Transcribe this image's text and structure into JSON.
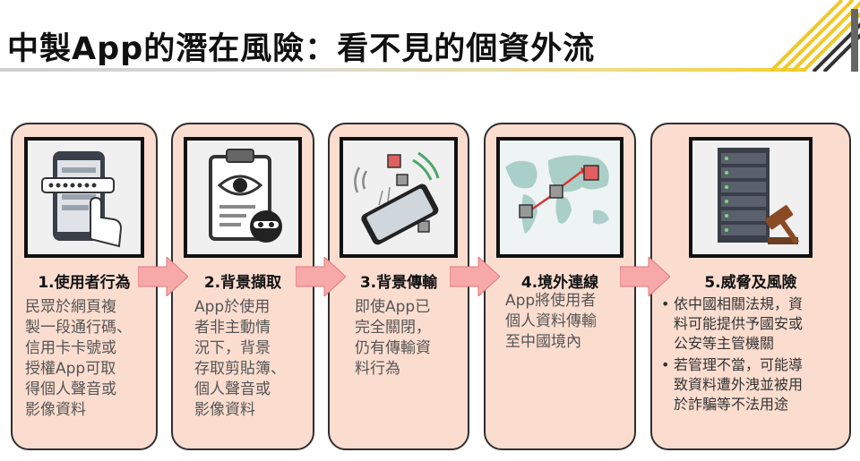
{
  "title": "中製App的潛在風險：看不見的個資外流",
  "steps": [
    {
      "heading": "1.使用者行為",
      "body": "民眾於網頁複\n製一段通行碼、\n信用卡卡號或\n授權App可取\n得個人聲音或\n影像資料",
      "icon": "phone-password-icon"
    },
    {
      "heading": "2.背景擷取",
      "body": "App於使用\n者非主動情\n況下，背景\n存取剪貼簿、\n個人聲音或\n影像資料",
      "icon": "clipboard-spy-icon"
    },
    {
      "heading": "3.背景傳輸",
      "body": "即使App已\n完全關閉，\n仍有傳輸資\n料行為",
      "icon": "phone-transmission-icon"
    },
    {
      "heading": "4.境外連線",
      "body": "App將使用者\n個人資料傳輸\n至中國境內",
      "icon": "world-map-data-flow-icon"
    },
    {
      "heading": "5.威脅及風險",
      "bullets": [
        "依中國相關法規，資\n料可能提供予國安或\n公安等主管機關",
        "若管理不當，可能導\n致資料遭外洩並被用\n於詐騙等不法用途"
      ],
      "icon": "server-gavel-icon"
    }
  ],
  "colors": {
    "card_bg": "#fbddd0",
    "arrow": "#f7a8a8",
    "accent": "#f4cf2a"
  }
}
